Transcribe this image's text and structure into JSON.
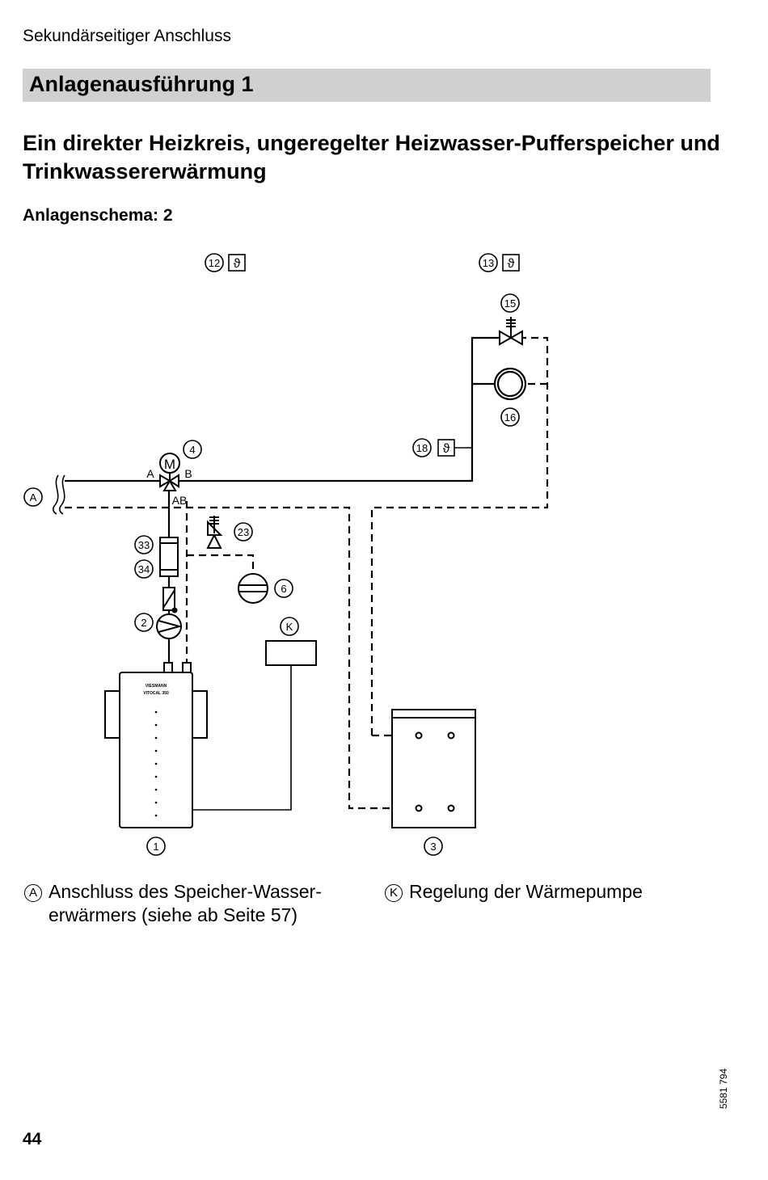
{
  "header": {
    "section_label": "Sekundärseitiger Anschluss"
  },
  "section": {
    "title": "Anlagenausführung 1"
  },
  "heading": {
    "title": "Ein direkter Heizkreis, ungeregelter Heizwasser-Pufferspeicher und Trinkwassererwärmung"
  },
  "schema": {
    "label": "Anlagenschema: 2"
  },
  "diagram": {
    "callouts": {
      "c1": "1",
      "c2": "2",
      "c3": "3",
      "c4": "4",
      "c6": "6",
      "c12": "12",
      "c13": "13",
      "c15": "15",
      "c16": "16",
      "c18": "18",
      "c23": "23",
      "c33": "33",
      "c34": "34",
      "cA": "A",
      "cK": "K"
    },
    "sensor_symbol": "ϑ",
    "motor_symbol": "M",
    "port_a": "A",
    "port_b": "B",
    "port_ab": "AB",
    "brand_text": "VIESMANN",
    "model_text": "VITOCAL 350"
  },
  "legend": {
    "a": {
      "key": "A",
      "text_line1": "Anschluss des Speicher-Wasser-",
      "text_line2": "erwärmers (siehe ab Seite 57)"
    },
    "k": {
      "key": "K",
      "text": "Regelung der Wärmepumpe"
    }
  },
  "footer": {
    "page_number": "44",
    "doc_number": "5581 794"
  }
}
